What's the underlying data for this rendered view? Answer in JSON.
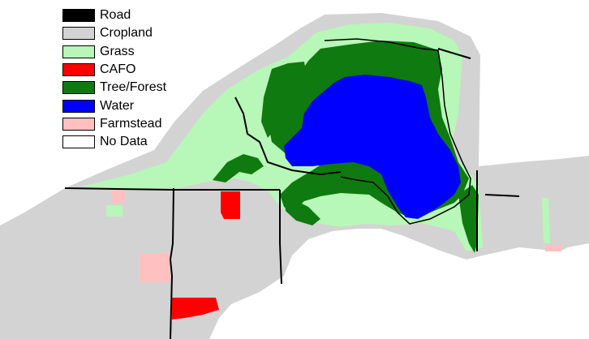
{
  "legend": {
    "items": [
      {
        "label": "Road",
        "color": "#000000"
      },
      {
        "label": "Cropland",
        "color": "#d3d3d3"
      },
      {
        "label": "Grass",
        "color": "#b7f7b7"
      },
      {
        "label": "CAFO",
        "color": "#ff0000"
      },
      {
        "label": "Tree/Forest",
        "color": "#0f7a0f"
      },
      {
        "label": "Water",
        "color": "#0000ff"
      },
      {
        "label": "Farmstead",
        "color": "#ffc0c0"
      },
      {
        "label": "No Data",
        "color": "#ffffff"
      }
    ]
  }
}
